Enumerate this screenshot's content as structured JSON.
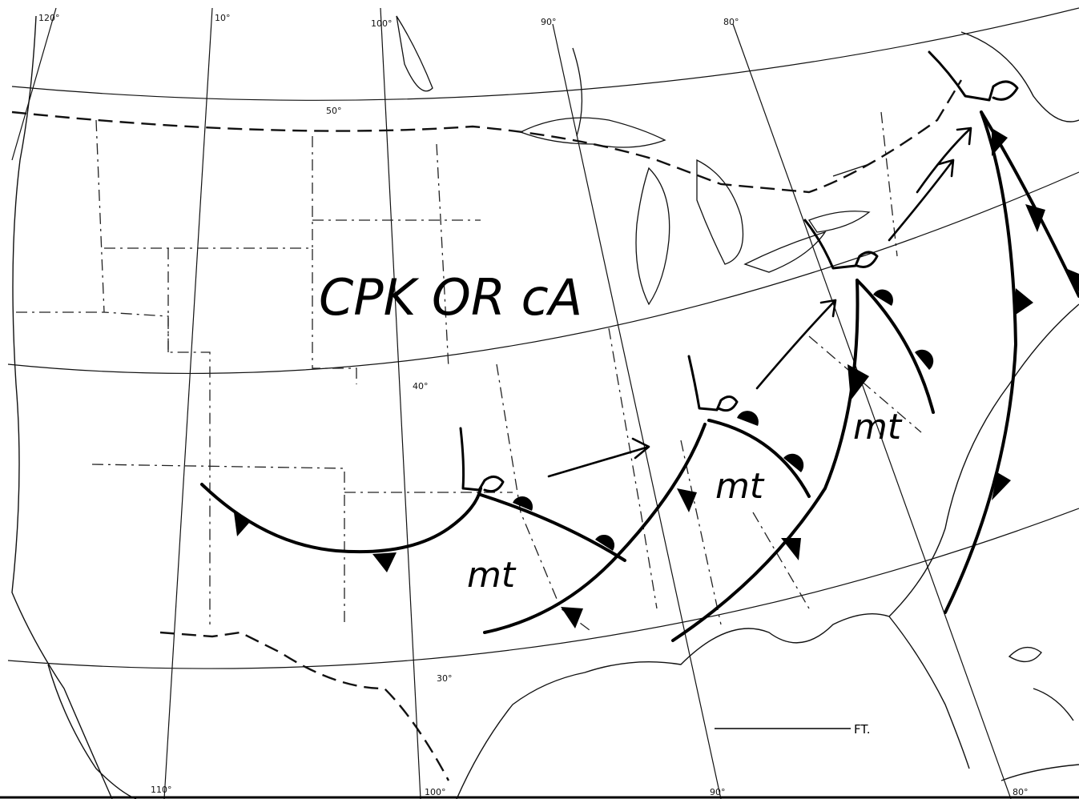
{
  "map": {
    "grid_labels": {
      "lon_120": "120°",
      "lon_110_top": "10°",
      "lon_100_top": "100°",
      "lon_90_top": "90°",
      "lon_80_top": "80°",
      "lat_50": "50°",
      "lat_40": "40°",
      "lat_30": "30°",
      "lon_110_bottom": "110°",
      "lon_100_bottom": "100°",
      "lon_90_bottom": "90°",
      "lon_80_bottom": "80°"
    },
    "air_masses": {
      "continental": "CPK OR cA",
      "mt_1": "mt",
      "mt_2": "mt",
      "mt_3": "mt"
    },
    "scale": {
      "label": "FT."
    },
    "colors": {
      "ink": "#000000",
      "paper": "#ffffff"
    }
  }
}
